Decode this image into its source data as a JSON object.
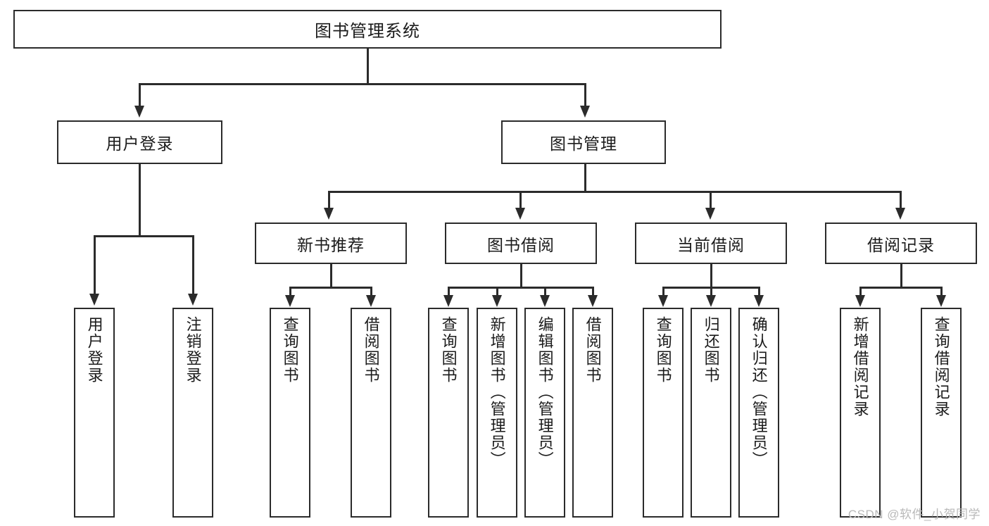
{
  "diagram": {
    "title": "图书管理系统",
    "root": {
      "label": "图书管理系统"
    },
    "level2": [
      {
        "label": "用户登录"
      },
      {
        "label": "图书管理"
      }
    ],
    "level3": [
      {
        "label": "新书推荐"
      },
      {
        "label": "图书借阅"
      },
      {
        "label": "当前借阅"
      },
      {
        "label": "借阅记录"
      }
    ],
    "leaves": {
      "user_login": [
        {
          "label": "用户登录"
        },
        {
          "label": "注销登录"
        }
      ],
      "new_book": [
        {
          "label": "查询图书"
        },
        {
          "label": "借阅图书"
        }
      ],
      "borrow_book": [
        {
          "label": "查询图书"
        },
        {
          "label": "新增图书（管理员）"
        },
        {
          "label": "编辑图书（管理员）"
        },
        {
          "label": "借阅图书"
        }
      ],
      "current_borrow": [
        {
          "label": "查询图书"
        },
        {
          "label": "归还图书"
        },
        {
          "label": "确认归还（管理员）"
        }
      ],
      "borrow_record": [
        {
          "label": "新增借阅记录"
        },
        {
          "label": "查询借阅记录"
        }
      ]
    }
  },
  "watermark": {
    "text": "CSDN @软件_小贺同学"
  },
  "colors": {
    "border": "#2b2b2b",
    "text": "#1b1b1b",
    "background": "#ffffff",
    "watermark": "#b9b9b9"
  }
}
